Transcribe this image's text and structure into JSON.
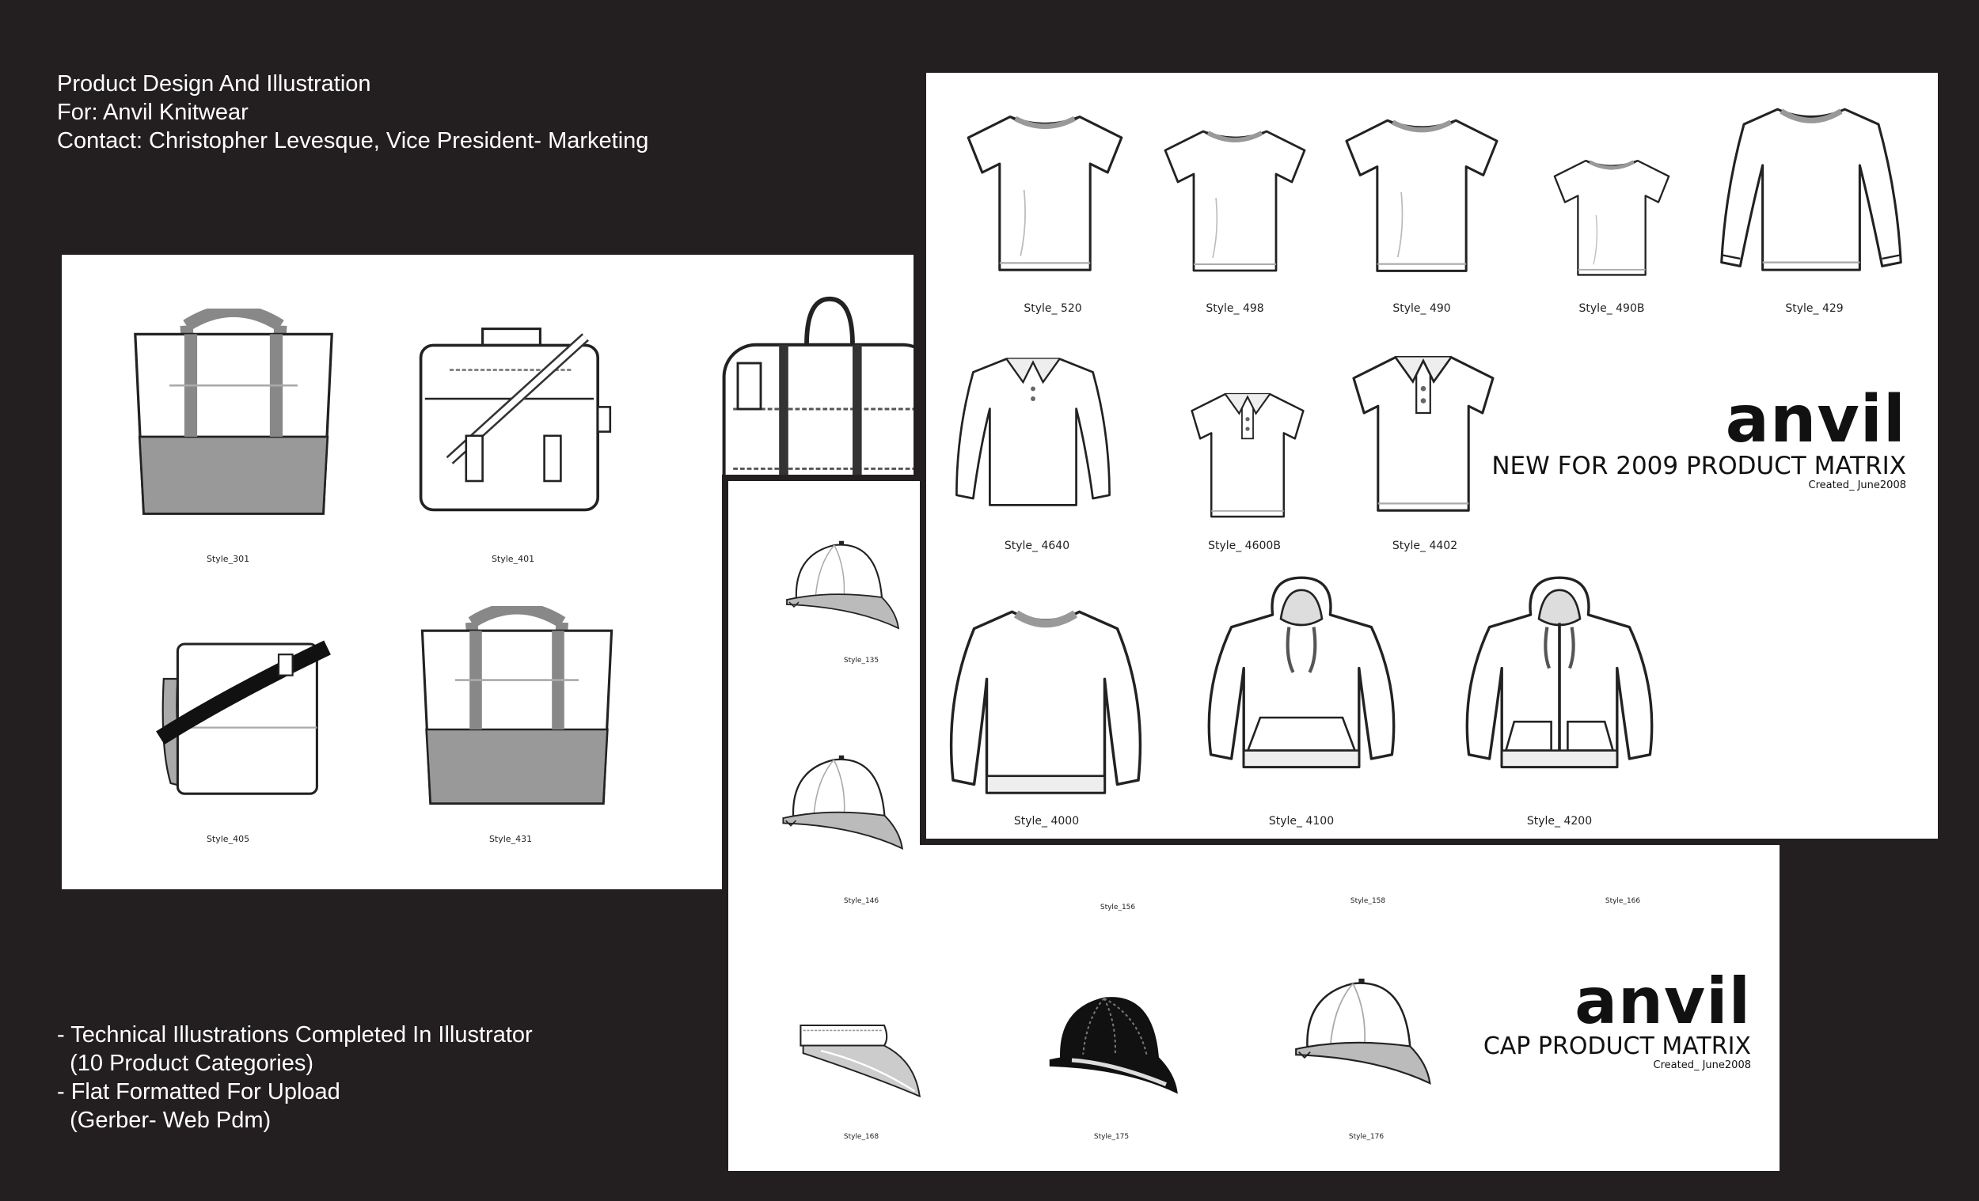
{
  "intro": {
    "line1": "Product Design And Illustration",
    "line2": "For: Anvil Knitwear",
    "line3": "Contact: Christopher Levesque, Vice President- Marketing"
  },
  "notes": {
    "line1": "- Technical Illustrations Completed In Illustrator",
    "line2": "  (10 Product Categories)",
    "line3": "- Flat Formatted For Upload",
    "line4": "  (Gerber- Web Pdm)"
  },
  "bags": {
    "items": [
      {
        "label": "Style_301",
        "icon": "tote-bag-icon"
      },
      {
        "label": "Style_401",
        "icon": "messenger-bag-icon"
      },
      {
        "label": "Style_405",
        "icon": "shoulder-bag-icon"
      },
      {
        "label": "Style_431",
        "icon": "tote-bag-icon"
      }
    ]
  },
  "caps": {
    "logo": "anvil",
    "subtitle": "CAP PRODUCT MATRIX",
    "created": "Created_ June2008",
    "items": [
      {
        "label": "Style_135",
        "icon": "cap-icon"
      },
      {
        "label": "Style_146",
        "icon": "cap-icon"
      },
      {
        "label": "Style_156",
        "icon": "cap-icon"
      },
      {
        "label": "Style_158",
        "icon": "cap-icon"
      },
      {
        "label": "Style_166",
        "icon": "cap-icon"
      },
      {
        "label": "Style_168",
        "icon": "visor-icon"
      },
      {
        "label": "Style_175",
        "icon": "cap-icon"
      },
      {
        "label": "Style_176",
        "icon": "cap-icon"
      }
    ]
  },
  "apparel": {
    "logo": "anvil",
    "subtitle": "NEW FOR 2009 PRODUCT MATRIX",
    "created": "Created_ June2008",
    "items": [
      {
        "label": "Style_ 520",
        "icon": "tshirt-icon"
      },
      {
        "label": "Style_ 498",
        "icon": "tshirt-icon"
      },
      {
        "label": "Style_ 490",
        "icon": "tshirt-icon"
      },
      {
        "label": "Style_ 490B",
        "icon": "tshirt-icon"
      },
      {
        "label": "Style_ 429",
        "icon": "longsleeve-icon"
      },
      {
        "label": "Style_ 4640",
        "icon": "polo-longsleeve-icon"
      },
      {
        "label": "Style_ 4600B",
        "icon": "polo-icon"
      },
      {
        "label": "Style_ 4402",
        "icon": "polo-icon"
      },
      {
        "label": "Style_ 4000",
        "icon": "sweatshirt-icon"
      },
      {
        "label": "Style_ 4100",
        "icon": "hoodie-icon"
      },
      {
        "label": "Style_ 4200",
        "icon": "zip-hoodie-icon"
      }
    ]
  }
}
